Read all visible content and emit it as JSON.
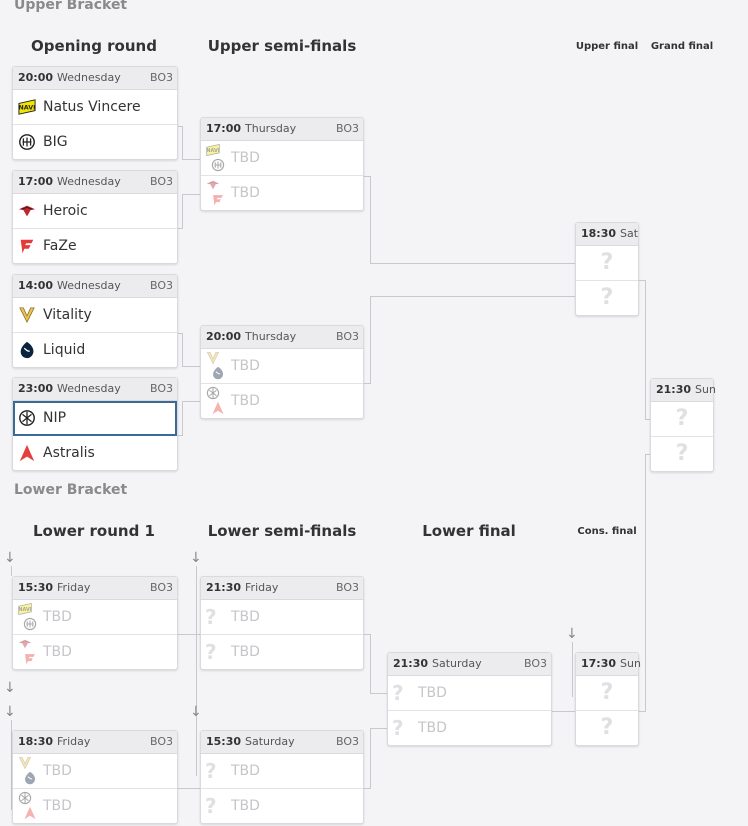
{
  "sections": {
    "upper": "Upper Bracket",
    "lower": "Lower Bracket"
  },
  "rounds": {
    "opening": "Opening round",
    "upper_semis": "Upper semi-finals",
    "upper_final": "Upper final",
    "grand_final": "Grand final",
    "lower_r1": "Lower round 1",
    "lower_semis": "Lower semi-finals",
    "lower_final": "Lower final",
    "cons_final": "Cons. final"
  },
  "matches": {
    "o1": {
      "time": "20:00",
      "day": "Wednesday",
      "format": "BO3",
      "team1": "Natus Vincere",
      "team2": "BIG"
    },
    "o2": {
      "time": "17:00",
      "day": "Wednesday",
      "format": "BO3",
      "team1": "Heroic",
      "team2": "FaZe"
    },
    "o3": {
      "time": "14:00",
      "day": "Wednesday",
      "format": "BO3",
      "team1": "Vitality",
      "team2": "Liquid"
    },
    "o4": {
      "time": "23:00",
      "day": "Wednesday",
      "format": "BO3",
      "team1": "NIP",
      "team2": "Astralis"
    },
    "us1": {
      "time": "17:00",
      "day": "Thursday",
      "format": "BO3",
      "team1": "TBD",
      "team2": "TBD"
    },
    "us2": {
      "time": "20:00",
      "day": "Thursday",
      "format": "BO3",
      "team1": "TBD",
      "team2": "TBD"
    },
    "uf": {
      "time": "18:30",
      "day": "Sat"
    },
    "gf": {
      "time": "21:30",
      "day": "Sun"
    },
    "lr1a": {
      "time": "15:30",
      "day": "Friday",
      "format": "BO3",
      "team1": "TBD",
      "team2": "TBD"
    },
    "lr1b": {
      "time": "18:30",
      "day": "Friday",
      "format": "BO3",
      "team1": "TBD",
      "team2": "TBD"
    },
    "ls1": {
      "time": "21:30",
      "day": "Friday",
      "format": "BO3",
      "team1": "TBD",
      "team2": "TBD"
    },
    "ls2": {
      "time": "15:30",
      "day": "Saturday",
      "format": "BO3",
      "team1": "TBD",
      "team2": "TBD"
    },
    "lf": {
      "time": "21:30",
      "day": "Saturday",
      "format": "BO3",
      "team1": "TBD",
      "team2": "TBD"
    },
    "cf": {
      "time": "17:30",
      "day": "Sun"
    }
  },
  "placeholder_glyph": "?",
  "arrow_glyph": "↓",
  "colors": {
    "navi": "#f2e600",
    "heroic": "#c0252d",
    "faze": "#e43a3a",
    "vitality": "#e8c15a",
    "liquid": "#0c2340",
    "astralis": "#e5403e",
    "selected_border": "#3c6a98"
  }
}
